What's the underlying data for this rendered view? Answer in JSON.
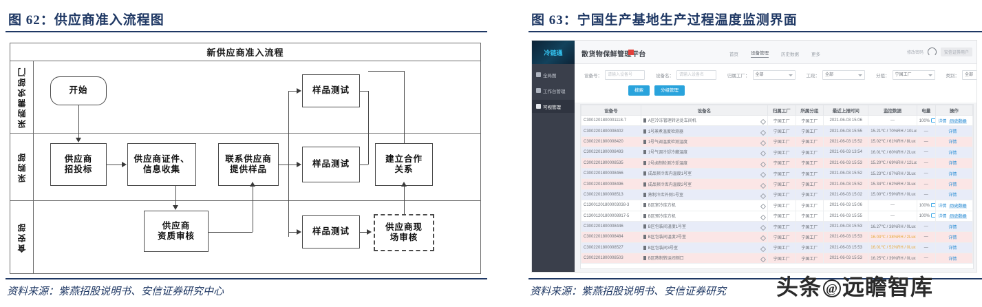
{
  "left": {
    "title_prefix": "图 62：",
    "title": "供应商准入流程图",
    "source": "资料来源：紫燕招股说明书、安信证券研究中心",
    "flow": {
      "header": "新供应商准入流程",
      "lanes": [
        {
          "label": "采购需求部门"
        },
        {
          "label": "采购部"
        },
        {
          "label": "食安部"
        }
      ],
      "nodes": {
        "start": "开始",
        "bid": "供应商\n招投标",
        "docs": "供应商证件、\n信息收集",
        "contact": "联系供应商\n提供样品",
        "sample_top": "样品测试",
        "sample_mid": "样品测试",
        "sample_bot": "样品测试",
        "partner": "建立合作\n关系",
        "qualify": "供应商\n资质审核",
        "onsite": "供应商现\n场审核"
      }
    }
  },
  "right": {
    "title_prefix": "图 63：",
    "title": "宁国生产基地生产过程温度监测界面",
    "source": "资料来源：紫燕招股说明书、安信证券研究",
    "app": {
      "logo_text": "冷链通",
      "app_title": "散货物保鲜管理平台",
      "sidebar": [
        {
          "label": "全局图",
          "icon": "grid-icon",
          "active": false
        },
        {
          "label": "工作台管理",
          "icon": "dashboard-icon",
          "active": false
        },
        {
          "label": "可视管理",
          "icon": "monitor-icon",
          "active": true
        }
      ],
      "topnav": [
        {
          "label": "首页",
          "active": false
        },
        {
          "label": "设备管理",
          "active": true
        },
        {
          "label": "历史数据",
          "active": false
        },
        {
          "label": "更多",
          "active": false
        }
      ],
      "top_right": {
        "hint": "修改密码",
        "avatar": "avatar-icon",
        "user": "安信证券用户"
      },
      "filters": [
        {
          "label": "设备号：",
          "type": "input",
          "placeholder": "请输入设备号"
        },
        {
          "label": "设备名：",
          "type": "input",
          "placeholder": "请输入设备名"
        },
        {
          "label": "归属工厂：",
          "type": "select",
          "value": "全部"
        },
        {
          "label": "工段：",
          "type": "select",
          "value": "全部"
        },
        {
          "label": "分组：",
          "type": "select",
          "value": "宁国工厂"
        },
        {
          "label": "类别：",
          "type": "select",
          "value": "全部"
        }
      ],
      "buttons": [
        {
          "label": "搜索"
        },
        {
          "label": "分组管理"
        }
      ],
      "table": {
        "columns": [
          "设备号",
          "设备名",
          "归属工厂",
          "所属分组",
          "最近上报时间",
          "监控数据",
          "电量",
          "操作"
        ],
        "rows": [
          {
            "style": "white",
            "id": "C3001201800001118-7",
            "name": "A区冷冻管理转运处车间机",
            "factory": "宁国工厂",
            "group": "宁国工厂",
            "time": "2021-06-03 15:06",
            "data": "—",
            "data_level": "none",
            "battery": "100%",
            "battery_icon": true,
            "actions": [
              "详情",
              "历史数据"
            ]
          },
          {
            "style": "blue",
            "id": "C3002201800008402",
            "name": "1号蒸煮温度检测器",
            "factory": "宁国工厂",
            "group": "宁国工厂",
            "time": "2021-06-03 15:55",
            "data": "15.21℃ / 70%RH / 10Lux",
            "data_level": "warn",
            "battery": "—",
            "battery_icon": false,
            "actions": [
              "详情"
            ]
          },
          {
            "style": "pink",
            "id": "C3002201800008420",
            "name": "1号气调温度检测温度",
            "factory": "宁国工厂",
            "group": "宁国工厂",
            "time": "2021-06-03 15:52",
            "data": "15.02℃ / 61%RH / 8Lux",
            "data_level": "warn",
            "battery": "—",
            "battery_icon": false,
            "actions": [
              "详情"
            ]
          },
          {
            "style": "blue",
            "id": "C3002201800008493",
            "name": "1号气调冷却冷藏温度",
            "factory": "宁国工厂",
            "group": "宁国工厂",
            "time": "2021-06-03 13:54",
            "data": "16.01℃ / 60%RH / 2Lux",
            "data_level": "warn",
            "battery": "—",
            "battery_icon": false,
            "actions": [
              "详情"
            ]
          },
          {
            "style": "pink",
            "id": "C3002201800008535",
            "name": "2号卤制检测冷却温度",
            "factory": "宁国工厂",
            "group": "宁国工厂",
            "time": "2021-06-03 15:53",
            "data": "15.20℃ / 69%RH / 12Lux",
            "data_level": "warn",
            "battery": "—",
            "battery_icon": false,
            "actions": [
              "详情"
            ]
          },
          {
            "style": "blue",
            "id": "C3002201800008466",
            "name": "成品预冷库内温度1号室",
            "factory": "宁国工厂",
            "group": "宁国工厂",
            "time": "2021-06-03 15:52",
            "data": "15.23℃ / 87%RH / 3Lux",
            "data_level": "warn",
            "battery": "—",
            "battery_icon": false,
            "actions": [
              "详情"
            ]
          },
          {
            "style": "pink",
            "id": "C3002201800008496",
            "name": "成品预冷库内温度2号室",
            "factory": "宁国工厂",
            "group": "宁国工厂",
            "time": "2021-06-03 15:52",
            "data": "15.34℃ / 62%RH / 3Lux",
            "data_level": "warn",
            "battery": "—",
            "battery_icon": false,
            "actions": [
              "详情"
            ]
          },
          {
            "style": "blue",
            "id": "C3002201800008513",
            "name": "熟制冷库外侧1号室",
            "factory": "宁国工厂",
            "group": "宁国工厂",
            "time": "2021-06-03 15:02",
            "data": "15.00℃ / 59%RH / 0Lux",
            "data_level": "warn",
            "battery": "—",
            "battery_icon": false,
            "actions": [
              "详情"
            ]
          },
          {
            "style": "white",
            "id": "C13001201800003038-3",
            "name": "B区室冷库方机",
            "factory": "宁国工厂",
            "group": "宁国工厂",
            "time": "2021-06-03 15:06",
            "data": "—",
            "data_level": "none",
            "battery": "100%",
            "battery_icon": true,
            "actions": [
              "详情",
              "历史数据"
            ]
          },
          {
            "style": "white",
            "id": "C13001201800008917-5",
            "name": "B区预冷库方机",
            "factory": "宁国工厂",
            "group": "宁国工厂",
            "time": "2021-06-03 15:55",
            "data": "—",
            "data_level": "none",
            "battery": "100%",
            "battery_icon": true,
            "actions": [
              "详情",
              "历史数据"
            ]
          },
          {
            "style": "blue",
            "id": "C3002201800008446",
            "name": "B区包装间温度1号室",
            "factory": "宁国工厂",
            "group": "宁国工厂",
            "time": "2021-06-03 15:53",
            "data": "16.27℃ / 38%RH / 0Lux",
            "data_level": "warn",
            "battery": "—",
            "battery_icon": false,
            "actions": [
              "详情"
            ]
          },
          {
            "style": "pink",
            "id": "C3002201800008484",
            "name": "B区包装间温度2号室",
            "factory": "宁国工厂",
            "group": "宁国工厂",
            "time": "2021-06-03 15:53",
            "data": "16.03℃ / 38%RH / 2Lux",
            "data_level": "amber",
            "battery": "—",
            "battery_icon": false,
            "actions": [
              "详情"
            ]
          },
          {
            "style": "blue",
            "id": "C3002201800008527",
            "name": "B区包装间3号室",
            "factory": "宁国工厂",
            "group": "宁国工厂",
            "time": "2021-06-03 15:53",
            "data": "16.01℃ / 52%RH / 0Lux",
            "data_level": "amber",
            "battery": "—",
            "battery_icon": false,
            "actions": [
              "详情"
            ]
          },
          {
            "style": "pink",
            "id": "C3002201800008503",
            "name": "B区熟制转运间侧口",
            "factory": "宁国工厂",
            "group": "宁国工厂",
            "time": "2021-06-03 15:53",
            "data": "16.25℃ / 39%RH / 0Lux",
            "data_level": "warn",
            "battery": "—",
            "battery_icon": false,
            "actions": [
              "详情"
            ]
          }
        ]
      }
    }
  },
  "watermark": {
    "left_text": "头条",
    "at": "@",
    "right_text": "远瞻智库"
  }
}
